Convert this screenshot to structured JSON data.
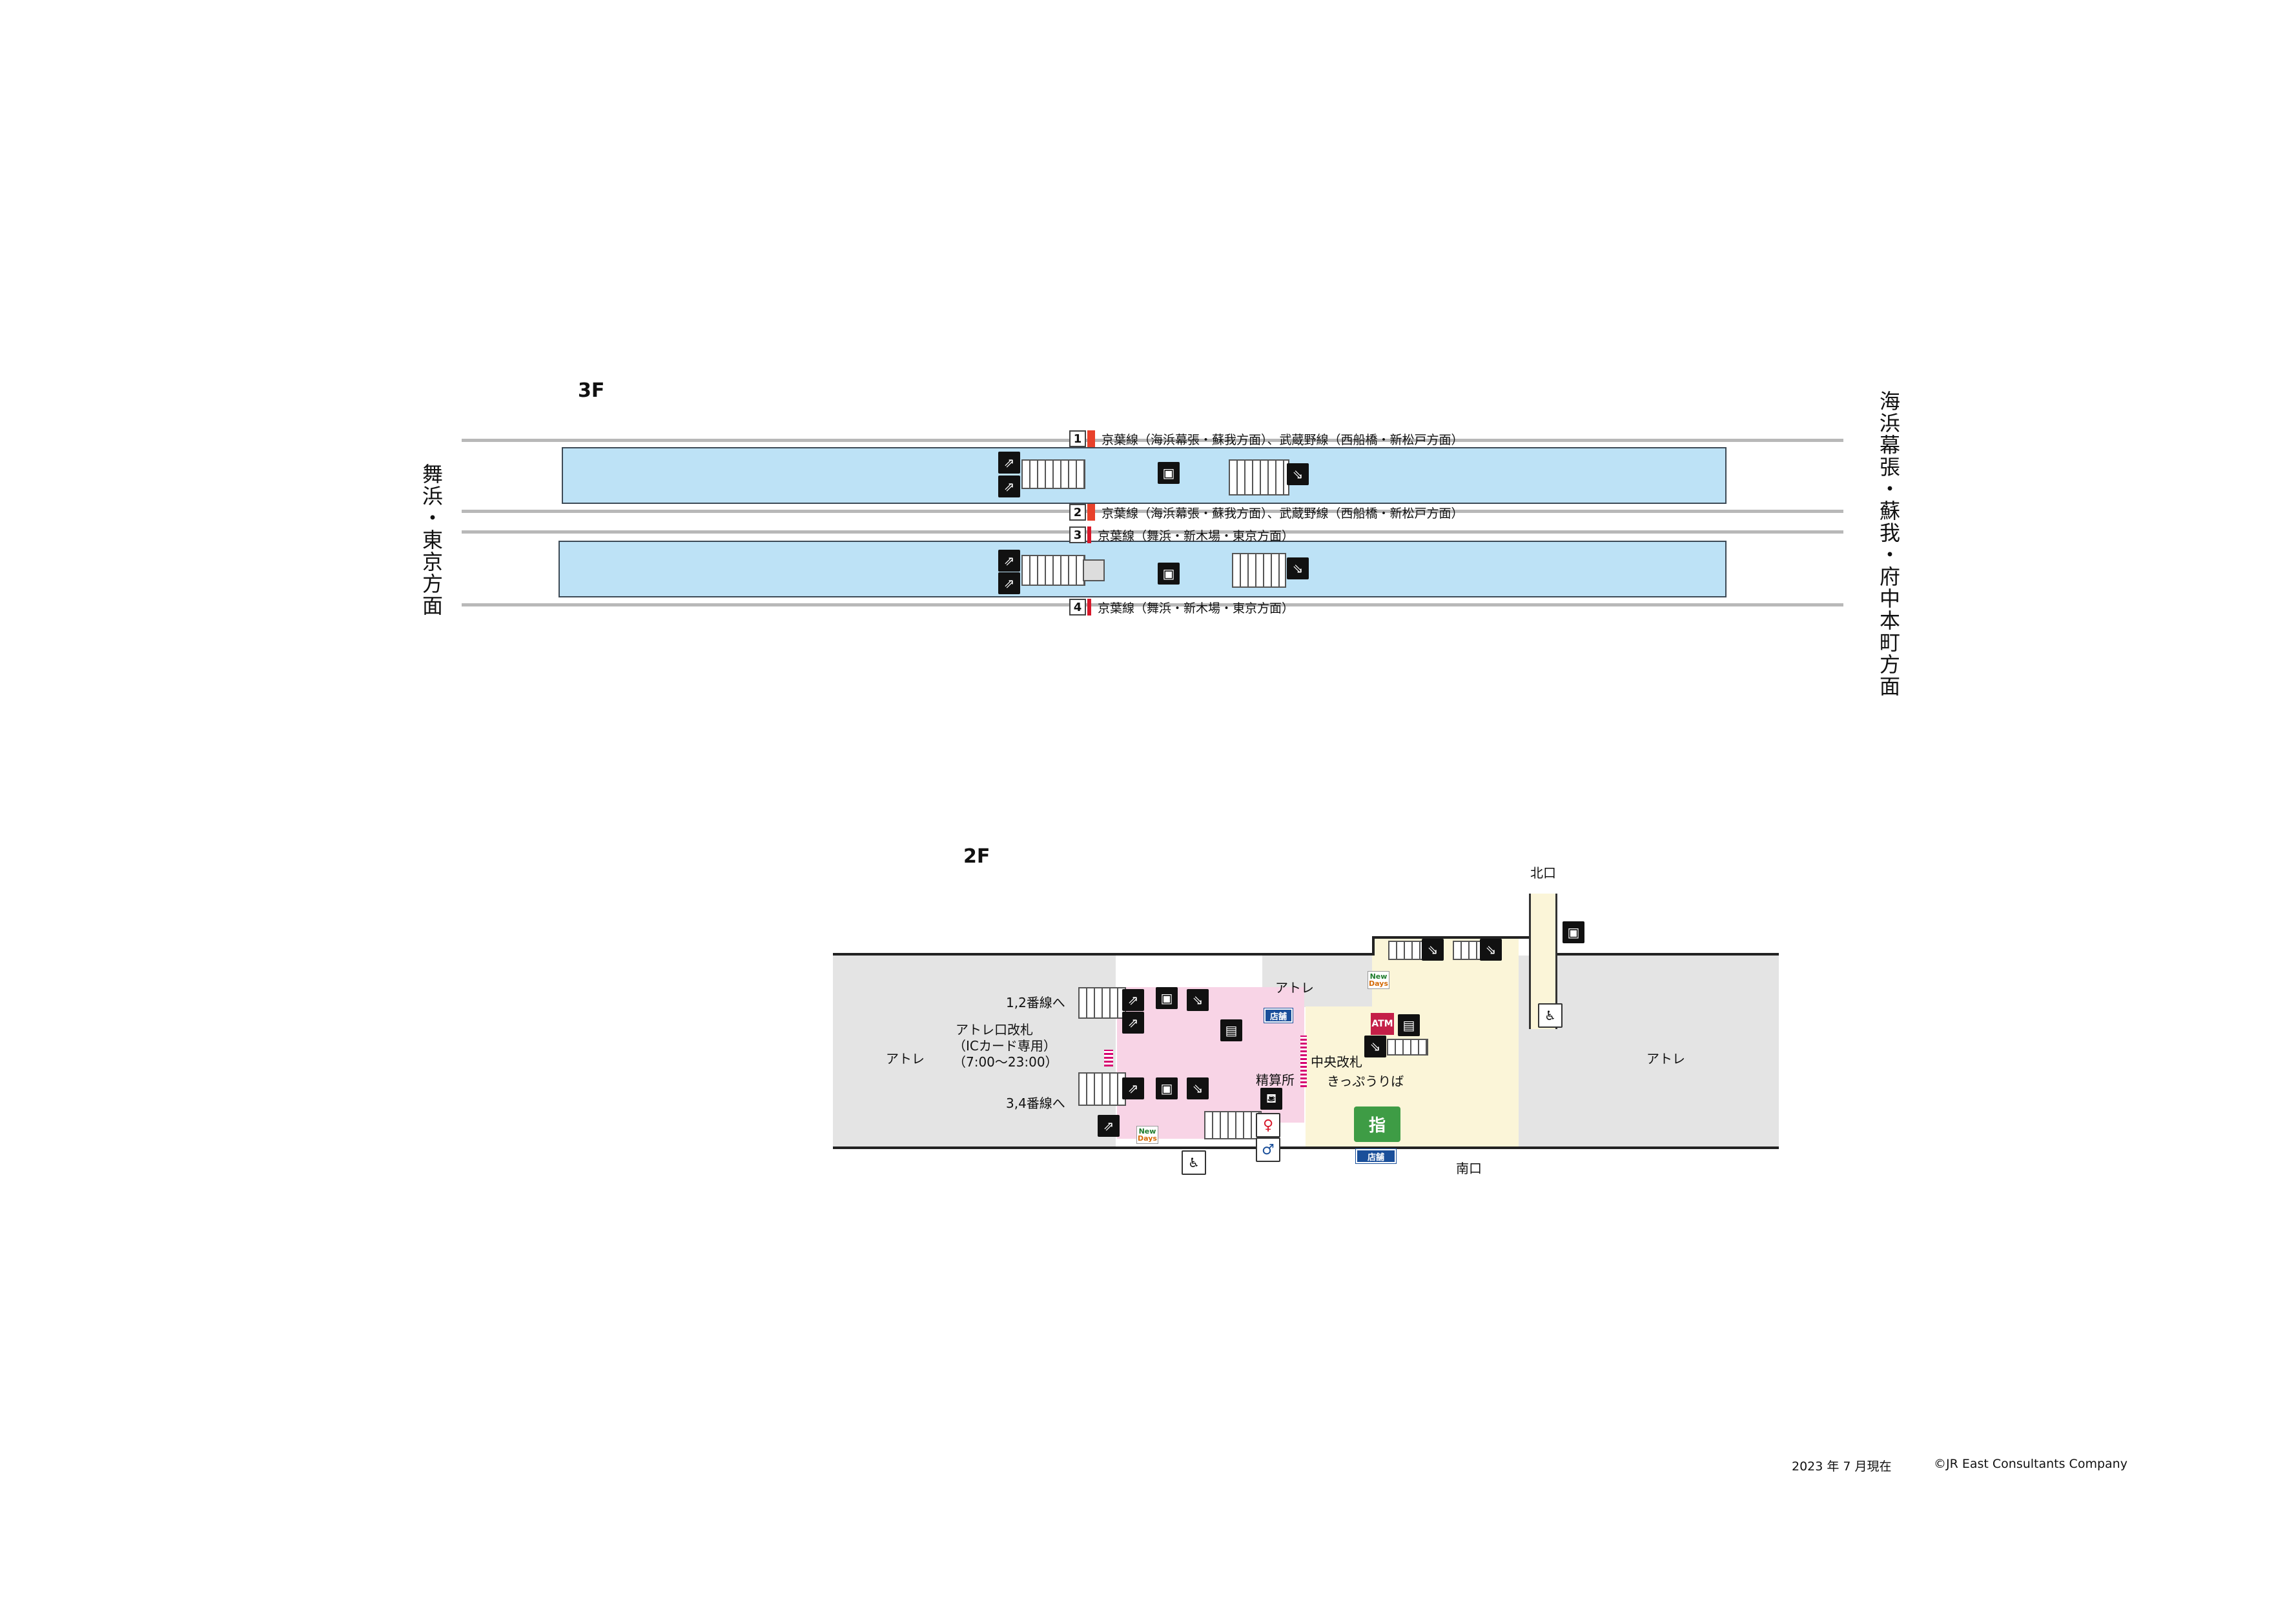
{
  "floors": {
    "f3": {
      "label": "3F",
      "west_direction": "舞浜・東京方面",
      "east_direction": "海浜幕張・蘇我・府中本町方面",
      "tracks": [
        {
          "number": "1",
          "color": "#e8412b",
          "label": "京葉線（海浜幕張・蘇我方面）、武蔵野線（西船橋・新松戸方面）"
        },
        {
          "number": "2",
          "color": "#e8412b",
          "label": "京葉線（海浜幕張・蘇我方面）、武蔵野線（西船橋・新松戸方面）"
        },
        {
          "number": "3",
          "color": "#d7182a",
          "label": "京葉線（舞浜・新木場・東京方面）"
        },
        {
          "number": "4",
          "color": "#d7182a",
          "label": "京葉線（舞浜・新木場・東京方面）"
        }
      ]
    },
    "f2": {
      "label": "2F",
      "labels": {
        "north_exit": "北口",
        "south_exit": "南口",
        "atre_left": "アトレ",
        "atre_right": "アトレ",
        "atre_top": "アトレ",
        "to_12": "1,2番線へ",
        "to_34": "3,4番線へ",
        "atre_gate_1": "アトレ口改札",
        "atre_gate_2": "（ICカード専用）",
        "atre_gate_3": "（7:00～23:00）",
        "central_gate": "中央改札",
        "fare_adjust": "精算所",
        "ticket": "きっぷうりば",
        "shop1": "店舗",
        "shop2": "店舗",
        "newdays_1": "New",
        "newdays_2": "Days",
        "atm": "ATM",
        "reserved": "指"
      }
    }
  },
  "icons": {
    "escalator": "escalator-icon",
    "elevator": "elevator-icon",
    "wheelchair": "wheelchair-icon",
    "ticket_machine": "ticket-machine-icon",
    "toilet": "toilet-icon",
    "nursing_room": "nursing-icon"
  },
  "colors": {
    "platform": "#bde2f6",
    "gate_area": "#f8d4e6",
    "concourse": "#fbf5d8",
    "building": "#e4e4e4"
  },
  "footer": {
    "date": "2023 年 7 月現在",
    "copyright": "©JR East Consultants Company"
  }
}
